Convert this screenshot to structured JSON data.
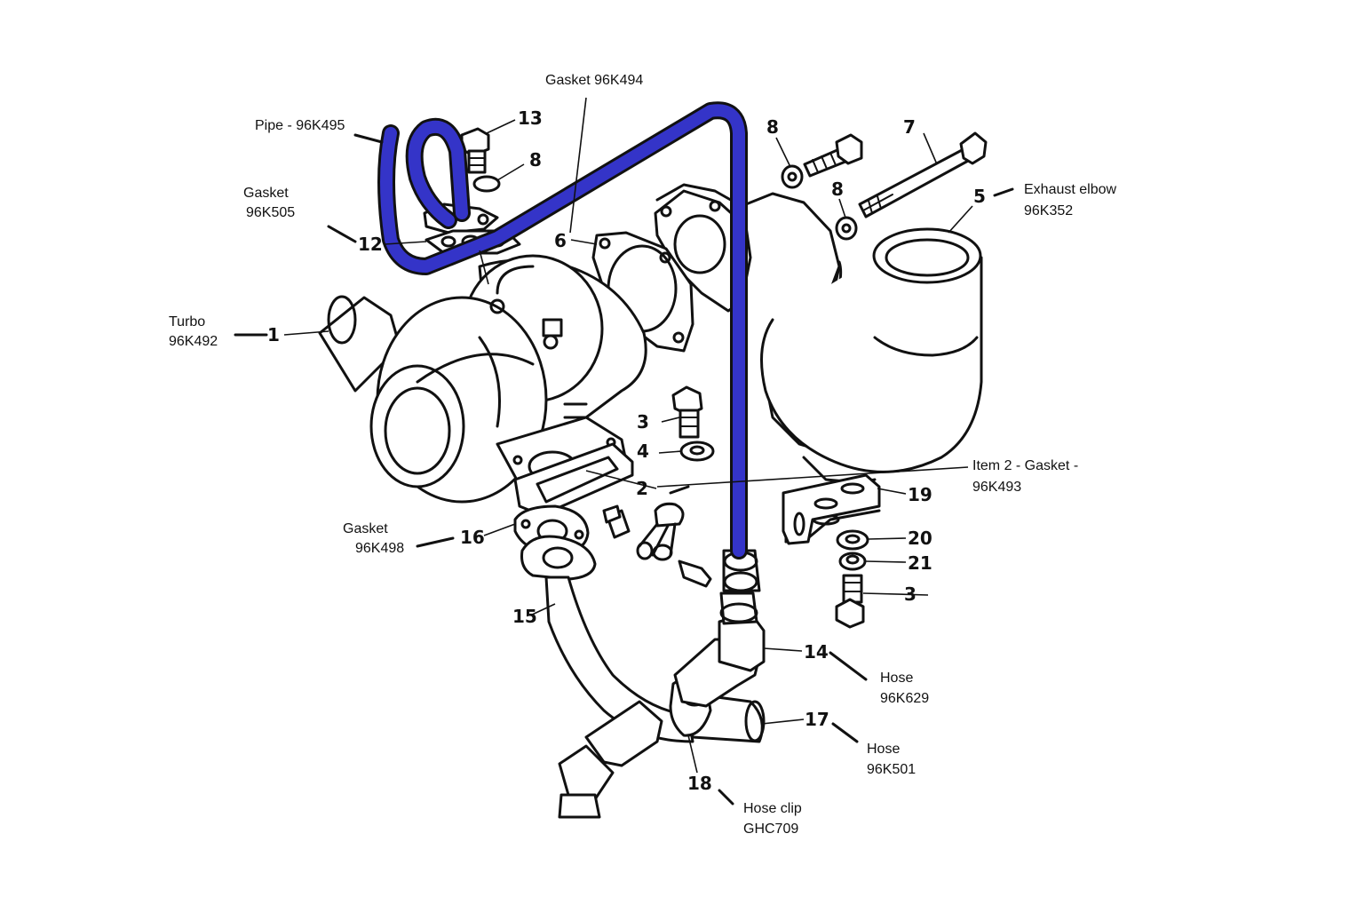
{
  "callouts": [
    {
      "id": "c1",
      "label": "1"
    },
    {
      "id": "c2",
      "label": "2"
    },
    {
      "id": "c3a",
      "label": "3"
    },
    {
      "id": "c3b",
      "label": "3"
    },
    {
      "id": "c4",
      "label": "4"
    },
    {
      "id": "c5",
      "label": "5"
    },
    {
      "id": "c6",
      "label": "6"
    },
    {
      "id": "c7",
      "label": "7"
    },
    {
      "id": "c8a",
      "label": "8"
    },
    {
      "id": "c8b",
      "label": "8"
    },
    {
      "id": "c8c",
      "label": "8"
    },
    {
      "id": "c12",
      "label": "12"
    },
    {
      "id": "c13",
      "label": "13"
    },
    {
      "id": "c14",
      "label": "14"
    },
    {
      "id": "c15",
      "label": "15"
    },
    {
      "id": "c16",
      "label": "16"
    },
    {
      "id": "c17",
      "label": "17"
    },
    {
      "id": "c18",
      "label": "18"
    },
    {
      "id": "c19",
      "label": "19"
    },
    {
      "id": "c20",
      "label": "20"
    },
    {
      "id": "c21",
      "label": "21"
    }
  ],
  "annotations": {
    "gasket_96k494": [
      "Gasket 96K494"
    ],
    "pipe_96k495": [
      "Pipe - 96K495"
    ],
    "gasket_96k505": [
      "Gasket",
      "96K505"
    ],
    "turbo_96k492": [
      "Turbo",
      "96K492"
    ],
    "exhaust_elbow": [
      "Exhaust elbow",
      "96K352"
    ],
    "item2_gasket": [
      "Item 2 - Gasket -",
      "96K493"
    ],
    "gasket_96k498": [
      "Gasket",
      "96K498"
    ],
    "hose_96k629": [
      "Hose",
      "96K629"
    ],
    "hose_96k501": [
      "Hose",
      "96K501"
    ],
    "hose_clip": [
      "Hose clip",
      "GHC709"
    ]
  },
  "colors": {
    "highlight_pipe": "#3434c8",
    "line_art": "#111111",
    "background": "#ffffff"
  }
}
